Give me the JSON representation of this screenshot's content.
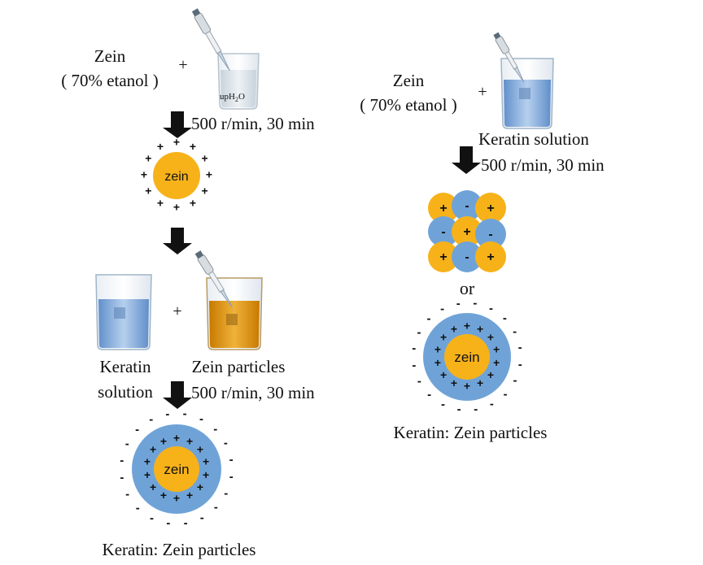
{
  "left": {
    "top_label_line1": "Zein",
    "top_label_line2": "( 70% etanol )",
    "plus1": "+",
    "upH2O": {
      "main": "upH",
      "sub": "2",
      "tail": "O"
    },
    "step1": "500 r/min, 30 min",
    "particle_label": "zein",
    "plus2": "+",
    "keratin_line1": "Keratin",
    "keratin_line2": "solution",
    "zein_particles": "Zein particles",
    "step2": "500 r/min, 30 min",
    "core_label": "zein",
    "caption": "Keratin: Zein particles"
  },
  "right": {
    "top_label_line1": "Zein",
    "top_label_line2": "( 70% etanol )",
    "plus": "+",
    "keratin_solution": "Keratin solution",
    "step": "500 r/min, 30 min",
    "or": "or",
    "core_label": "zein",
    "caption": "Keratin: Zein particles"
  },
  "signs": {
    "positive": "+",
    "negative": "-"
  },
  "colors": {
    "zein": "#f7b21a",
    "keratin": "#6fa3d8",
    "water": "#cfdde8",
    "keratin_liquid": "#5b8fd0",
    "zein_liquid": "#d98a00",
    "arrow": "#111111"
  }
}
